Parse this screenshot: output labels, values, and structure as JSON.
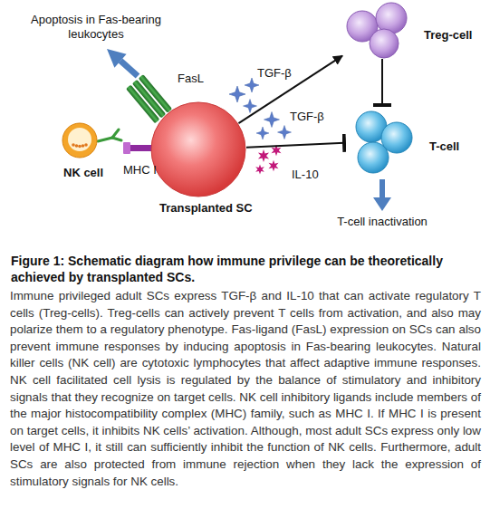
{
  "diagram": {
    "title": "Figure 1: Schematic diagram how immune privilege can be theoretically achieved by transplanted SCs.",
    "caption": "Immune privileged adult SCs express TGF-β and IL-10 that can activate regulatory T cells (Treg-cells). Treg-cells can actively prevent T cells from activation, and also may polarize them to a regulatory phenotype. Fas-ligand (FasL) expression on SCs can also prevent immune responses by inducing apoptosis in Fas-bearing leukocytes. Natural killer cells (NK cell) are cytotoxic lymphocytes that affect adaptive immune responses. NK cell facilitated cell lysis is regulated by the balance of stimulatory and inhibitory signals that they recognize on target cells. NK cell inhibitory ligands include members of the major histocompatibility complex (MHC) family, such as MHC I. If MHC I is present on target cells, it inhibits NK cells’ activation. Although, most adult SCs express only low level of MHC I, it still can sufficiently inhibit the function of NK cells. Furthermore, adult SCs are also protected from immune rejection when they lack the expression of stimulatory signals for NK cells.",
    "nodes": [
      {
        "text": [
          "Treg-cell"
        ]
      },
      {
        "text": [
          "NK cell"
        ]
      },
      {
        "text": [
          "Transplanted SC"
        ]
      },
      {
        "text": [
          "T-cell"
        ]
      }
    ],
    "edges": [
      {
        "from": 2,
        "to": 0,
        "arrow": "to"
      },
      {
        "from": 0,
        "to": 3,
        "arrow": "to"
      },
      {
        "from": 2,
        "to": 3,
        "arrow": "to"
      }
    ],
    "labels": [
      "Apoptosis in Fas-bearing leukocytes",
      "FasL",
      "TGF-β",
      "TGF-β",
      "MHC I",
      "IL-10",
      "T-cell inactivation"
    ]
  }
}
